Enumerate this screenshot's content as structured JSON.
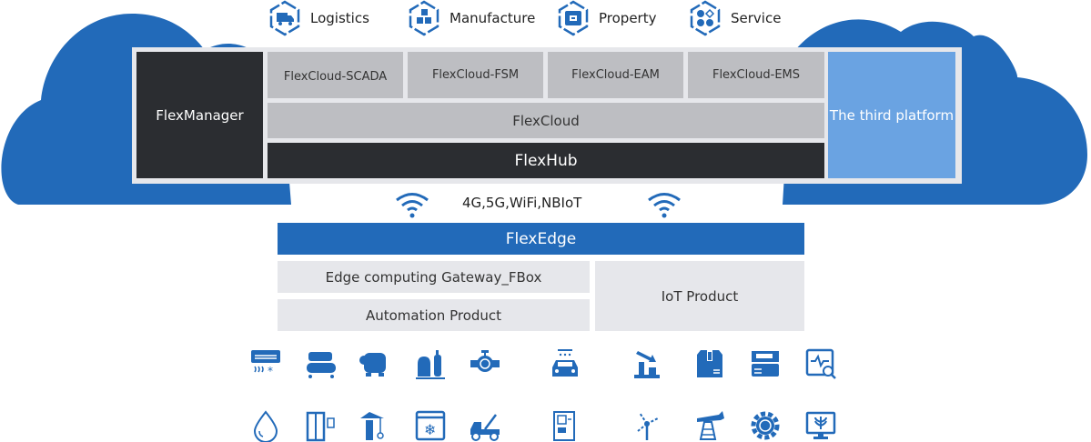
{
  "industries": [
    {
      "icon": "truck-icon",
      "label": "Logistics"
    },
    {
      "icon": "cubes-icon",
      "label": "Manufacture"
    },
    {
      "icon": "wallet-icon",
      "label": "Property"
    },
    {
      "icon": "service-icon",
      "label": "Service"
    }
  ],
  "cloud_platform": {
    "manager": "FlexManager",
    "apps": [
      "FlexCloud-SCADA",
      "FlexCloud-FSM",
      "FlexCloud-EAM",
      "FlexCloud-EMS"
    ],
    "cloud": "FlexCloud",
    "hub": "FlexHub",
    "third_party": "The third platform"
  },
  "network": {
    "label": "4G,5G,WiFi,NBIoT"
  },
  "edge": {
    "title": "FlexEdge",
    "gateway": "Edge computing Gateway_FBox",
    "automation": "Automation Product",
    "iot": "IoT Product"
  },
  "devices_row1": [
    "air-conditioner-icon",
    "air-compressor-icon",
    "boiler-icon",
    "chemical-tanks-icon",
    "pipe-valve-icon",
    "car-wash-icon",
    "robot-arm-icon",
    "package-box-icon",
    "cnc-machine-icon",
    "monitor-inspection-icon"
  ],
  "devices_row2": [
    "water-drop-icon",
    "elevator-icon",
    "tower-crane-icon",
    "freezer-icon",
    "tow-truck-icon",
    "access-door-icon",
    "wind-turbine-icon",
    "oil-pump-icon",
    "gear-icon",
    "agriculture-monitor-icon"
  ],
  "colors": {
    "brand_blue": "#226ab9",
    "light_blue": "#6aa3e2",
    "dark": "#2b2d31",
    "gray": "#bdbec2",
    "light_gray": "#e6e7eb"
  }
}
